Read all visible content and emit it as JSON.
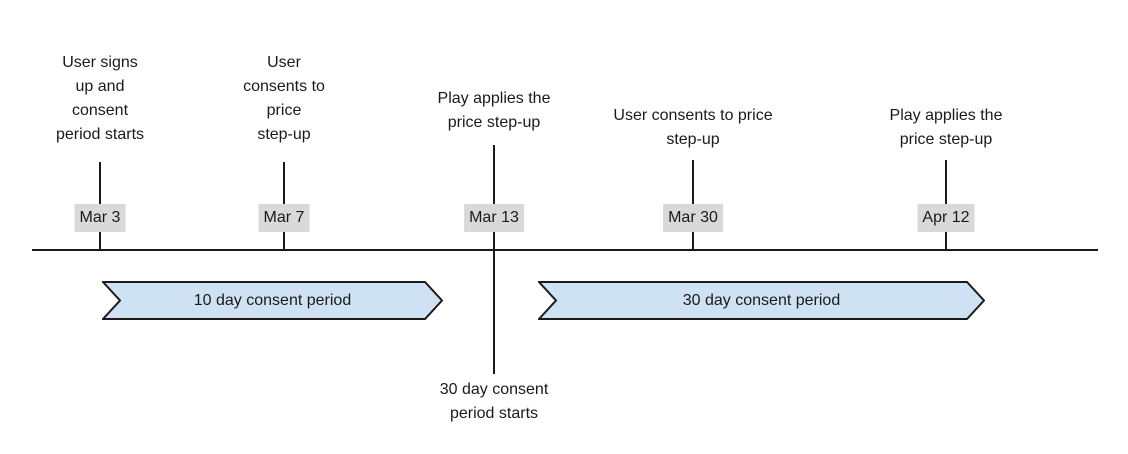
{
  "diagram": {
    "type": "timeline",
    "milestones": [
      {
        "date": "Mar 3",
        "label": "User signs\nup and\nconsent\nperiod starts"
      },
      {
        "date": "Mar 7",
        "label": "User\nconsents to\nprice\nstep-up"
      },
      {
        "date": "Mar 13",
        "label": "Play applies the\nprice step-up"
      },
      {
        "date": "Mar 30",
        "label": "User consents to price\nstep-up"
      },
      {
        "date": "Apr 12",
        "label": "Play applies the\nprice step-up"
      }
    ],
    "periods": [
      {
        "label": "10 day consent period"
      },
      {
        "label": "30 day consent period"
      }
    ],
    "annotation": "30 day consent\nperiod starts",
    "colors": {
      "period_fill": "#cfe2f3",
      "period_border": "#1a1a1a",
      "date_background": "#d9d9d9",
      "line": "#1a1a1a",
      "text": "#1a1a1a",
      "background": "#ffffff"
    }
  }
}
